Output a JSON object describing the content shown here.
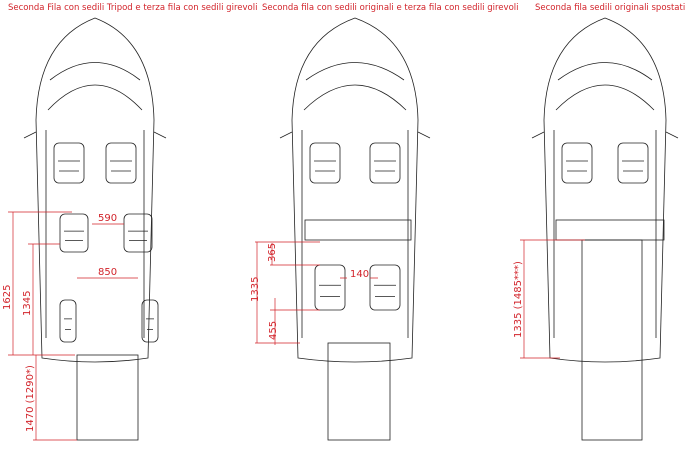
{
  "titles": [
    "Seconda Fila con sedili Tripod e terza fila con sedili girevoli",
    "Seconda fila con sedili originali e terza fila con sedili girevoli",
    "Seconda fila sedili originali spostati"
  ],
  "dimensions": {
    "van1": {
      "d590": "590",
      "d850": "850",
      "d1625": "1625",
      "d1345": "1345",
      "d1470": "1470 (1290*)"
    },
    "van2": {
      "d365": "365",
      "d140": "140",
      "d1335": "1335",
      "d455": "455"
    },
    "van3": {
      "d1335": "1335  (1485***)"
    }
  },
  "colors": {
    "dimension": "#d2232a",
    "line": "#222222"
  }
}
